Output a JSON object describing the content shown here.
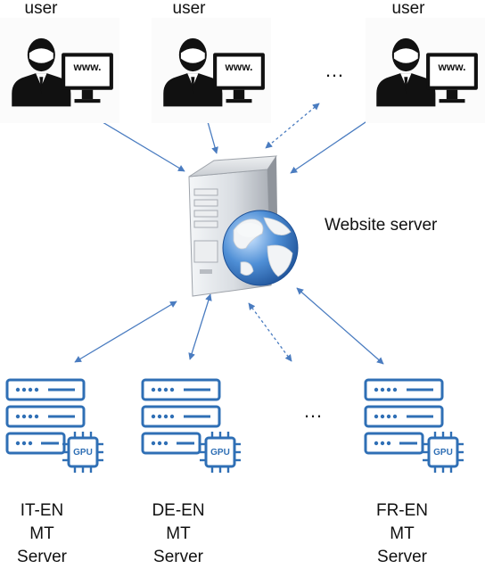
{
  "users": [
    {
      "label": "user",
      "screen_text": "www."
    },
    {
      "label": "user",
      "screen_text": "www."
    },
    {
      "label": "user",
      "screen_text": "www."
    }
  ],
  "ellipsis": "…",
  "website_server": {
    "label": "Website server"
  },
  "mt_servers": [
    {
      "lines": [
        "IT-EN",
        "MT",
        "Server"
      ],
      "chip": "GPU"
    },
    {
      "lines": [
        "DE-EN",
        "MT",
        "Server"
      ],
      "chip": "GPU"
    },
    {
      "lines": [
        "FR-EN",
        "MT",
        "Server"
      ],
      "chip": "GPU"
    }
  ],
  "colors": {
    "arrow": "#4a7cc0",
    "rack": "#2f6fb5",
    "text": "#111111"
  }
}
